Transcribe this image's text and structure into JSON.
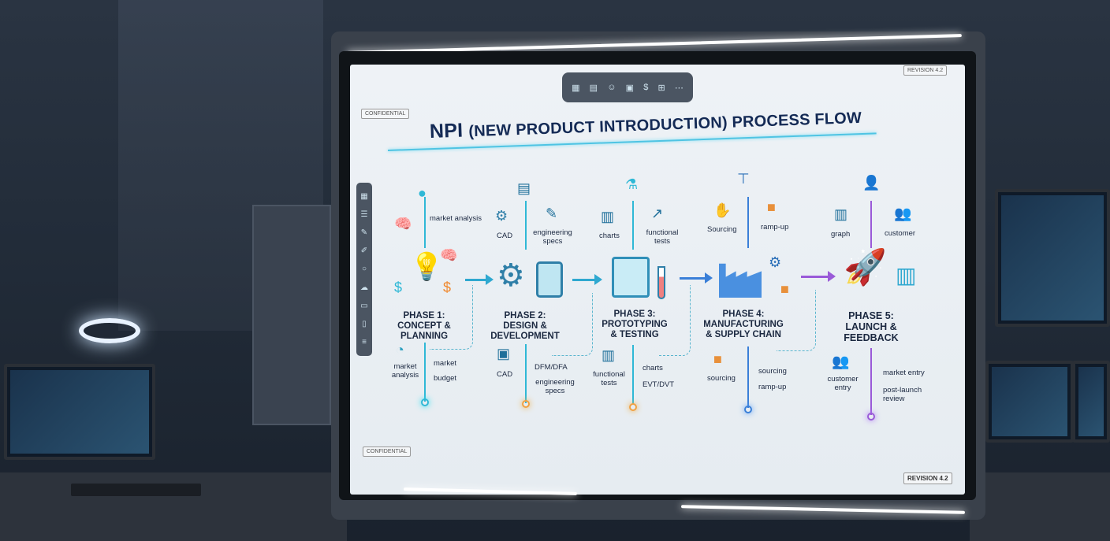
{
  "board": {
    "title_main": "NPI",
    "title_rest": "(NEW PRODUCT INTRODUCTION) PROCESS FLOW",
    "tag_top_left": "CONFIDENTIAL",
    "tag_top_right": "REVISION 4.2",
    "tag_bottom_left": "CONFIDENTIAL",
    "tag_bottom_right": "REVISION 4.2",
    "toolbar_icons": [
      "grid-icon",
      "list-icon",
      "face-icon",
      "box-icon",
      "dollar-icon",
      "bag-icon",
      "more-icon"
    ],
    "sidebar_icons": [
      "grid-icon",
      "menu-icon",
      "pen-icon",
      "highlighter-icon",
      "circle-icon",
      "cloud-icon",
      "calendar-icon",
      "document-icon",
      "lines-icon"
    ]
  },
  "phases": [
    {
      "title": "PHASE 1:\nCONCEPT &\nPLANNING",
      "color": "#2fb8d6",
      "top": [
        "market analysis"
      ],
      "bottom_icon_label": "market analysis",
      "bottom": [
        "market",
        "budget"
      ]
    },
    {
      "title": "PHASE 2:\nDESIGN &\nDEVELOPMENT",
      "color": "#f0a040",
      "top": [
        "CAD",
        "engineering specs"
      ],
      "bottom_icon_label": "CAD",
      "bottom": [
        "DFM/DFA",
        "engineering specs"
      ]
    },
    {
      "title": "PHASE 3:\nPROTOTYPING\n& TESTING",
      "color": "#f0a040",
      "top": [
        "charts",
        "functional tests"
      ],
      "bottom_icon_label": "functional tests",
      "bottom": [
        "charts",
        "EVT/DVT"
      ]
    },
    {
      "title": "PHASE 4:\nMANUFACTURING\n& SUPPLY CHAIN",
      "color": "#3a7fd8",
      "top": [
        "Sourcing",
        "ramp-up"
      ],
      "bottom_icon_label": "sourcing",
      "bottom": [
        "sourcing",
        "ramp-up"
      ]
    },
    {
      "title": "PHASE 5:\nLAUNCH &\nFEEDBACK",
      "color": "#9a5ad8",
      "top": [
        "graph",
        "customer"
      ],
      "bottom_icon_label": "customer entry",
      "bottom": [
        "market entry",
        "post-launch review"
      ]
    }
  ],
  "colors": {
    "accent": "#4fc4e3",
    "title": "#142a55",
    "arrow_blue": "#2fa8d0",
    "arrow_purple": "#9a5ad8"
  }
}
